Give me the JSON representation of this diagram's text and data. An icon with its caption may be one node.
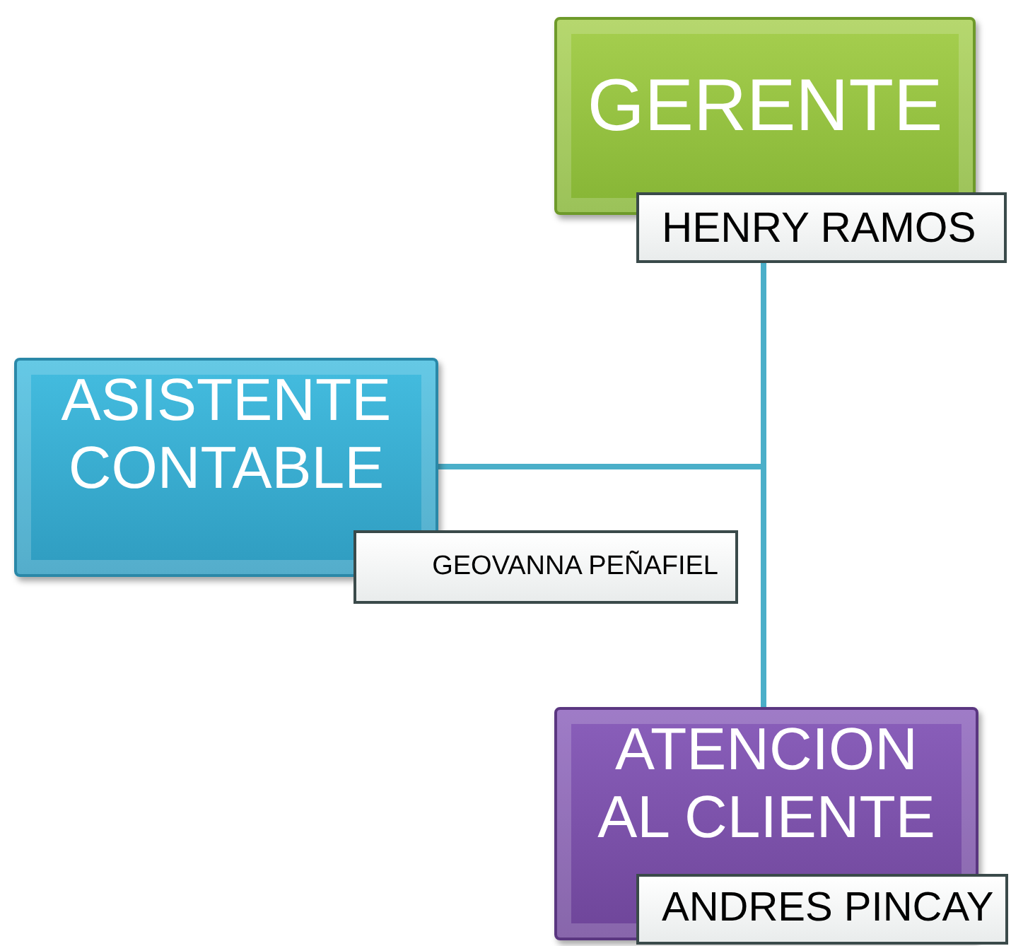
{
  "diagram": {
    "nodes": [
      {
        "text": [
          "GERENTE"
        ]
      },
      {
        "text": [
          "HENRY RAMOS"
        ]
      },
      {
        "text": [
          "ASISTENTE CONTABLE"
        ]
      },
      {
        "text": [
          "GEOVANNA PEÑAFIEL"
        ]
      },
      {
        "text": [
          "ATENCION AL CLIENTE"
        ]
      },
      {
        "text": [
          "ANDRES PINCAY"
        ]
      }
    ],
    "edges": [
      {
        "from": 1,
        "to": 2,
        "arrow": "none"
      },
      {
        "from": 1,
        "to": 4,
        "arrow": "none"
      }
    ]
  }
}
